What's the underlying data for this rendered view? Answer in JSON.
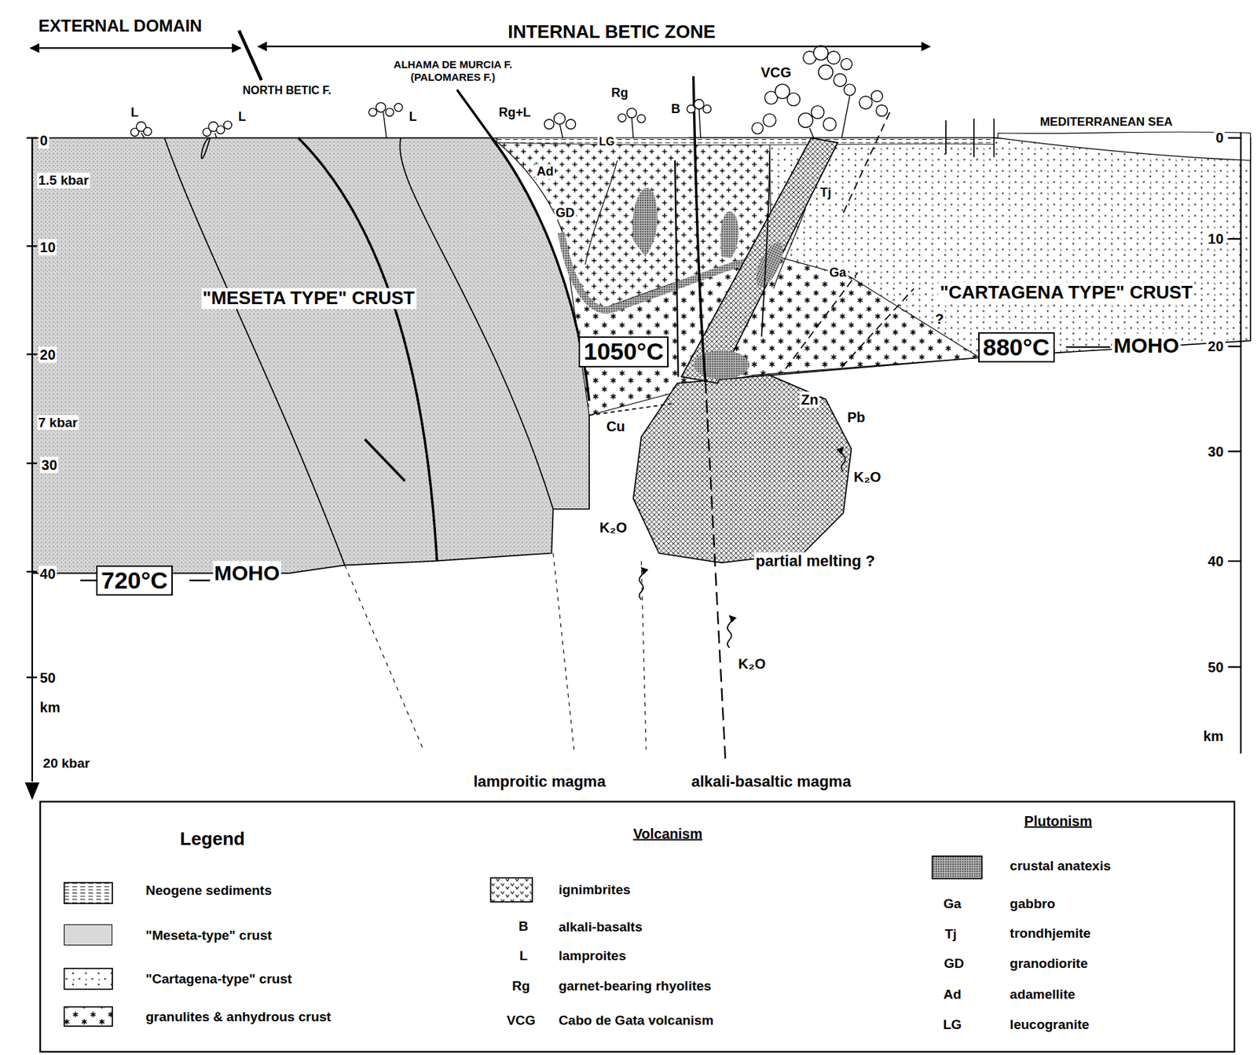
{
  "diagram": {
    "nodes": [
      {
        "text": [
          "1050°C"
        ]
      },
      {
        "text": [
          "880°C"
        ]
      },
      {
        "text": [
          "720°C"
        ]
      }
    ],
    "labels": [
      "EXTERNAL DOMAIN",
      "INTERNAL BETIC ZONE",
      "NORTH BETIC F.",
      "ALHAMA DE MURCIA F. (PALOMARES F.)",
      "L",
      "L",
      "L",
      "Rg+L",
      "Rg",
      "B",
      "VCG",
      "LG",
      "Ad",
      "GD",
      "Tj",
      "Ga",
      "MEDITERRANEAN SEA",
      "\"MESETA TYPE\" CRUST",
      "\"CARTAGENA TYPE\" CRUST",
      "?",
      "MOHO",
      "MOHO",
      "Cu",
      "Zn",
      "Pb",
      "K₂O",
      "K₂O",
      "K₂O",
      "partial melting ?",
      "lamproitic magma",
      "alkali-basaltic magma",
      "0",
      "1.5 kbar",
      "10",
      "20",
      "7 kbar",
      "30",
      "40",
      "50",
      "km",
      "20 kbar",
      "0",
      "10",
      "20",
      "30",
      "40",
      "50",
      "km",
      "Legend",
      "Volcanism",
      "Plutonism",
      "B",
      "L",
      "Rg",
      "VCG",
      "Ga",
      "Tj",
      "GD",
      "Ad",
      "LG"
    ],
    "legend": [
      {
        "text": "Neogene sediments"
      },
      {
        "text": "\"Meseta-type\" crust",
        "color": "#d9d9d9"
      },
      {
        "text": "\"Cartagena-type\" crust"
      },
      {
        "text": "granulites & anhydrous crust"
      },
      {
        "text": "ignimbrites"
      },
      {
        "text": "alkali-basalts"
      },
      {
        "text": "lamproites"
      },
      {
        "text": "garnet-bearing rhyolites"
      },
      {
        "text": "Cabo de Gata volcanism"
      },
      {
        "text": "crustal anatexis"
      },
      {
        "text": "gabbro"
      },
      {
        "text": "trondhjemite"
      },
      {
        "text": "granodiorite"
      },
      {
        "text": "adamellite"
      },
      {
        "text": "leucogranite"
      }
    ]
  }
}
